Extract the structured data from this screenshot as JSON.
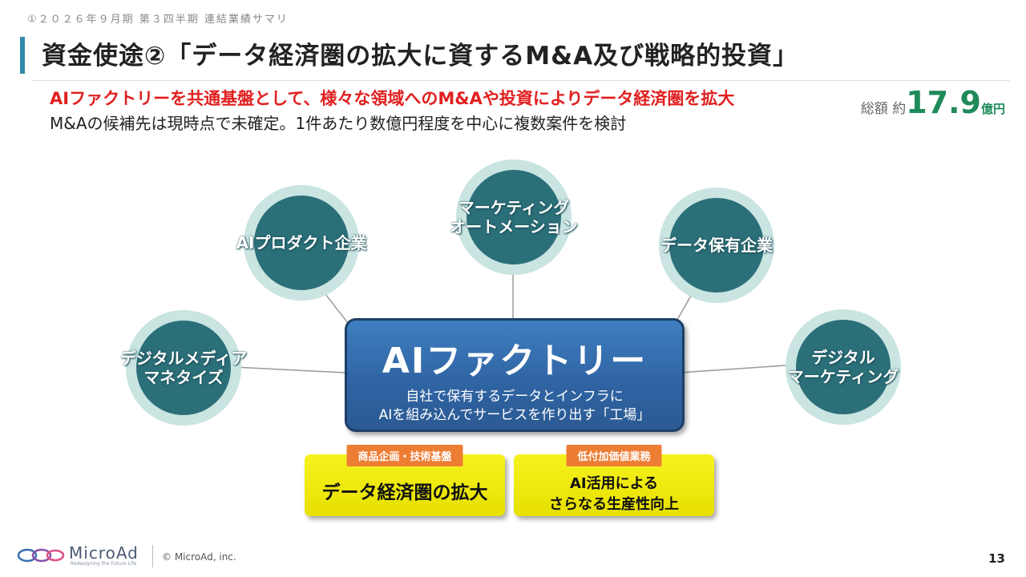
{
  "header": {
    "breadcrumb": "①２０２６年９月期 第３四半期 連結業績サマリ",
    "title": "資金使途②「データ経済圏の拡大に資するM&A及び戦略的投資」"
  },
  "lead": {
    "headline": "AIファクトリーを共通基盤として、様々な領域へのM&Aや投資によりデータ経済圏を拡大",
    "subline": "M&Aの候補先は現時点で未確定。1件あたり数億円程度を中心に複数案件を検討"
  },
  "total": {
    "prefix": "総額 約",
    "amount": "17.9",
    "unit": "億円"
  },
  "hub": {
    "title": "AIファクトリー",
    "desc_line1": "自社で保有するデータとインフラに",
    "desc_line2": "AIを組み込んでサービスを作り出す「工場」"
  },
  "nodes": {
    "ai_product": {
      "line1": "AIプロダクト企業"
    },
    "marketing_automation": {
      "line1": "マーケティング",
      "line2": "オートメーション"
    },
    "data_holding": {
      "line1": "データ保有企業"
    },
    "digital_media": {
      "line1": "デジタルメディア",
      "line2": "マネタイズ"
    },
    "digital_marketing": {
      "line1": "デジタル",
      "line2": "マーケティング"
    }
  },
  "boxes": {
    "left": {
      "tag": "商品企画・技術基盤",
      "main": "データ経済圏の拡大"
    },
    "right": {
      "tag": "低付加価値業務",
      "main_line1": "AI活用による",
      "main_line2": "さらなる生産性向上"
    }
  },
  "colors": {
    "accent_red": "#e02020",
    "accent_green": "#1f8a5a",
    "circle_fill": "#2b6f79",
    "circle_ring": "#c9e4e1",
    "hub_blue": "#2f63a2",
    "box_yellow": "#f2ee10",
    "tag_orange": "#ee7d34"
  },
  "footer": {
    "brand": "MicroAd",
    "tagline": "Redesigning the Future Life",
    "copyright": "© MicroAd, inc.",
    "page_number": "13"
  }
}
